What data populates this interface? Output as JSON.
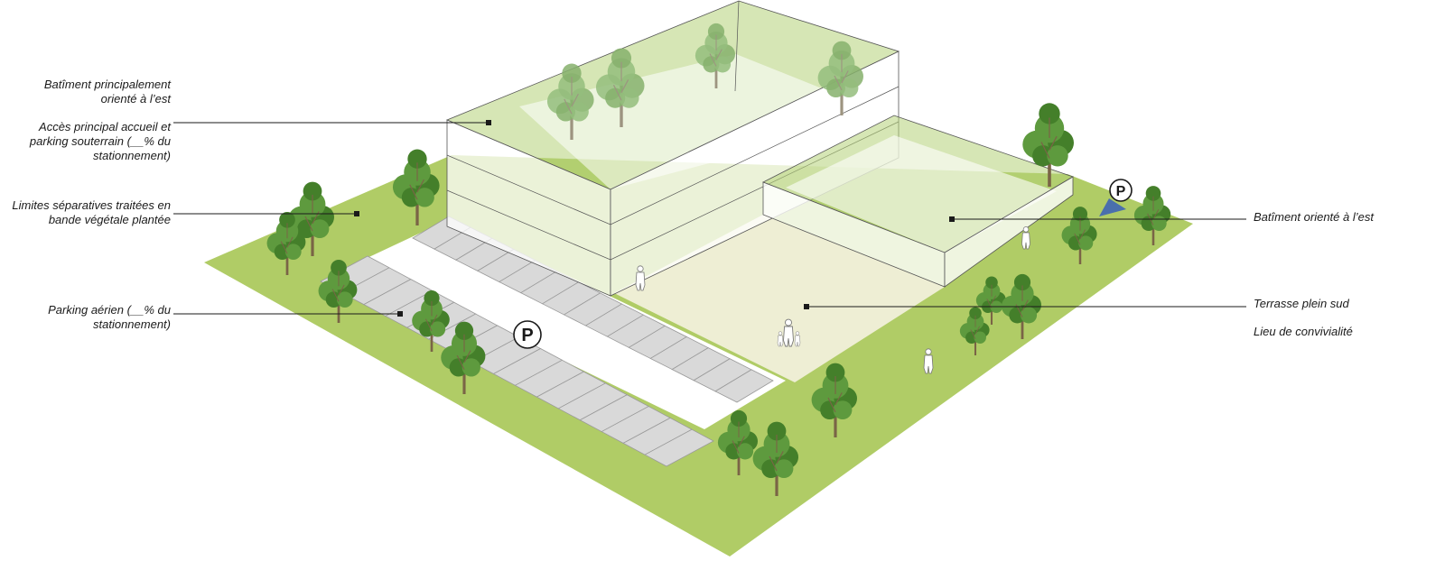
{
  "labels": {
    "batiment_principal": [
      "Batîment principalement",
      "orienté à l’est"
    ],
    "acces_principal": [
      "Accès principal accueil et",
      "parking souterrain (__% du",
      "stationnement)"
    ],
    "limites": [
      "Limites séparatives traitées en",
      "bande végétale plantée"
    ],
    "parking_aerien": [
      "Parking aérien (__% du",
      "stationnement)"
    ],
    "batiment_est": "Batîment orienté à l’est",
    "terrasse": "Terrasse plein sud",
    "convivialite": "Lieu de convivialité"
  },
  "parking_symbol": "P",
  "colors": {
    "grass": "#b0cc66",
    "roof_tint": "#d2e4a4",
    "terrace": "#eeeed4",
    "parking_stall": "#d9d9d9",
    "tree_light": "#5e9a3e",
    "tree_dark": "#447f2a",
    "tree_faded": "#94bd7c",
    "trunk": "#7a6446",
    "arrow": "#4a6fad",
    "leader": "#1a1a1a"
  }
}
